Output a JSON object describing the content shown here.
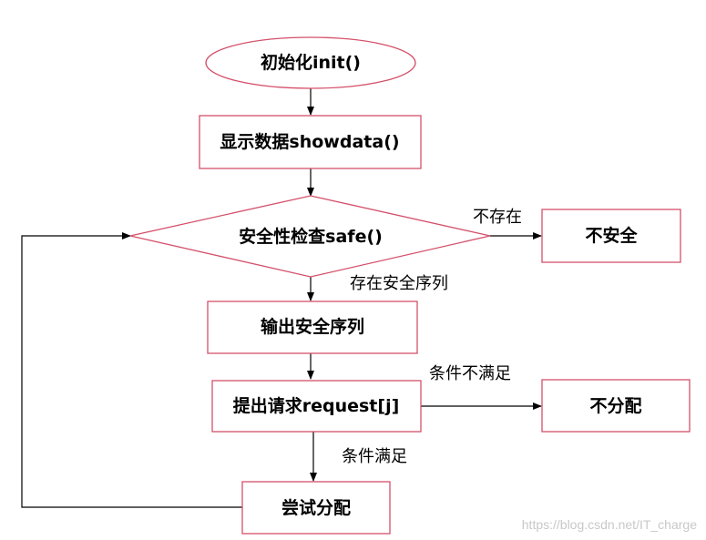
{
  "colors": {
    "node_border": "#d4506a",
    "arrow": "#000000",
    "watermark": "#c8c8c8"
  },
  "nodes": {
    "init": "初始化init()",
    "showdata": "显示数据showdata()",
    "safe_check": "安全性检查safe()",
    "unsafe": "不安全",
    "output_sequence": "输出安全序列",
    "request": "提出请求request[j]",
    "no_allocate": "不分配",
    "try_allocate": "尝试分配"
  },
  "edge_labels": {
    "not_exist": "不存在",
    "exists_sequence": "存在安全序列",
    "condition_not_met": "条件不满足",
    "condition_met": "条件满足"
  },
  "watermark": "https://blog.csdn.net/IT_charge"
}
